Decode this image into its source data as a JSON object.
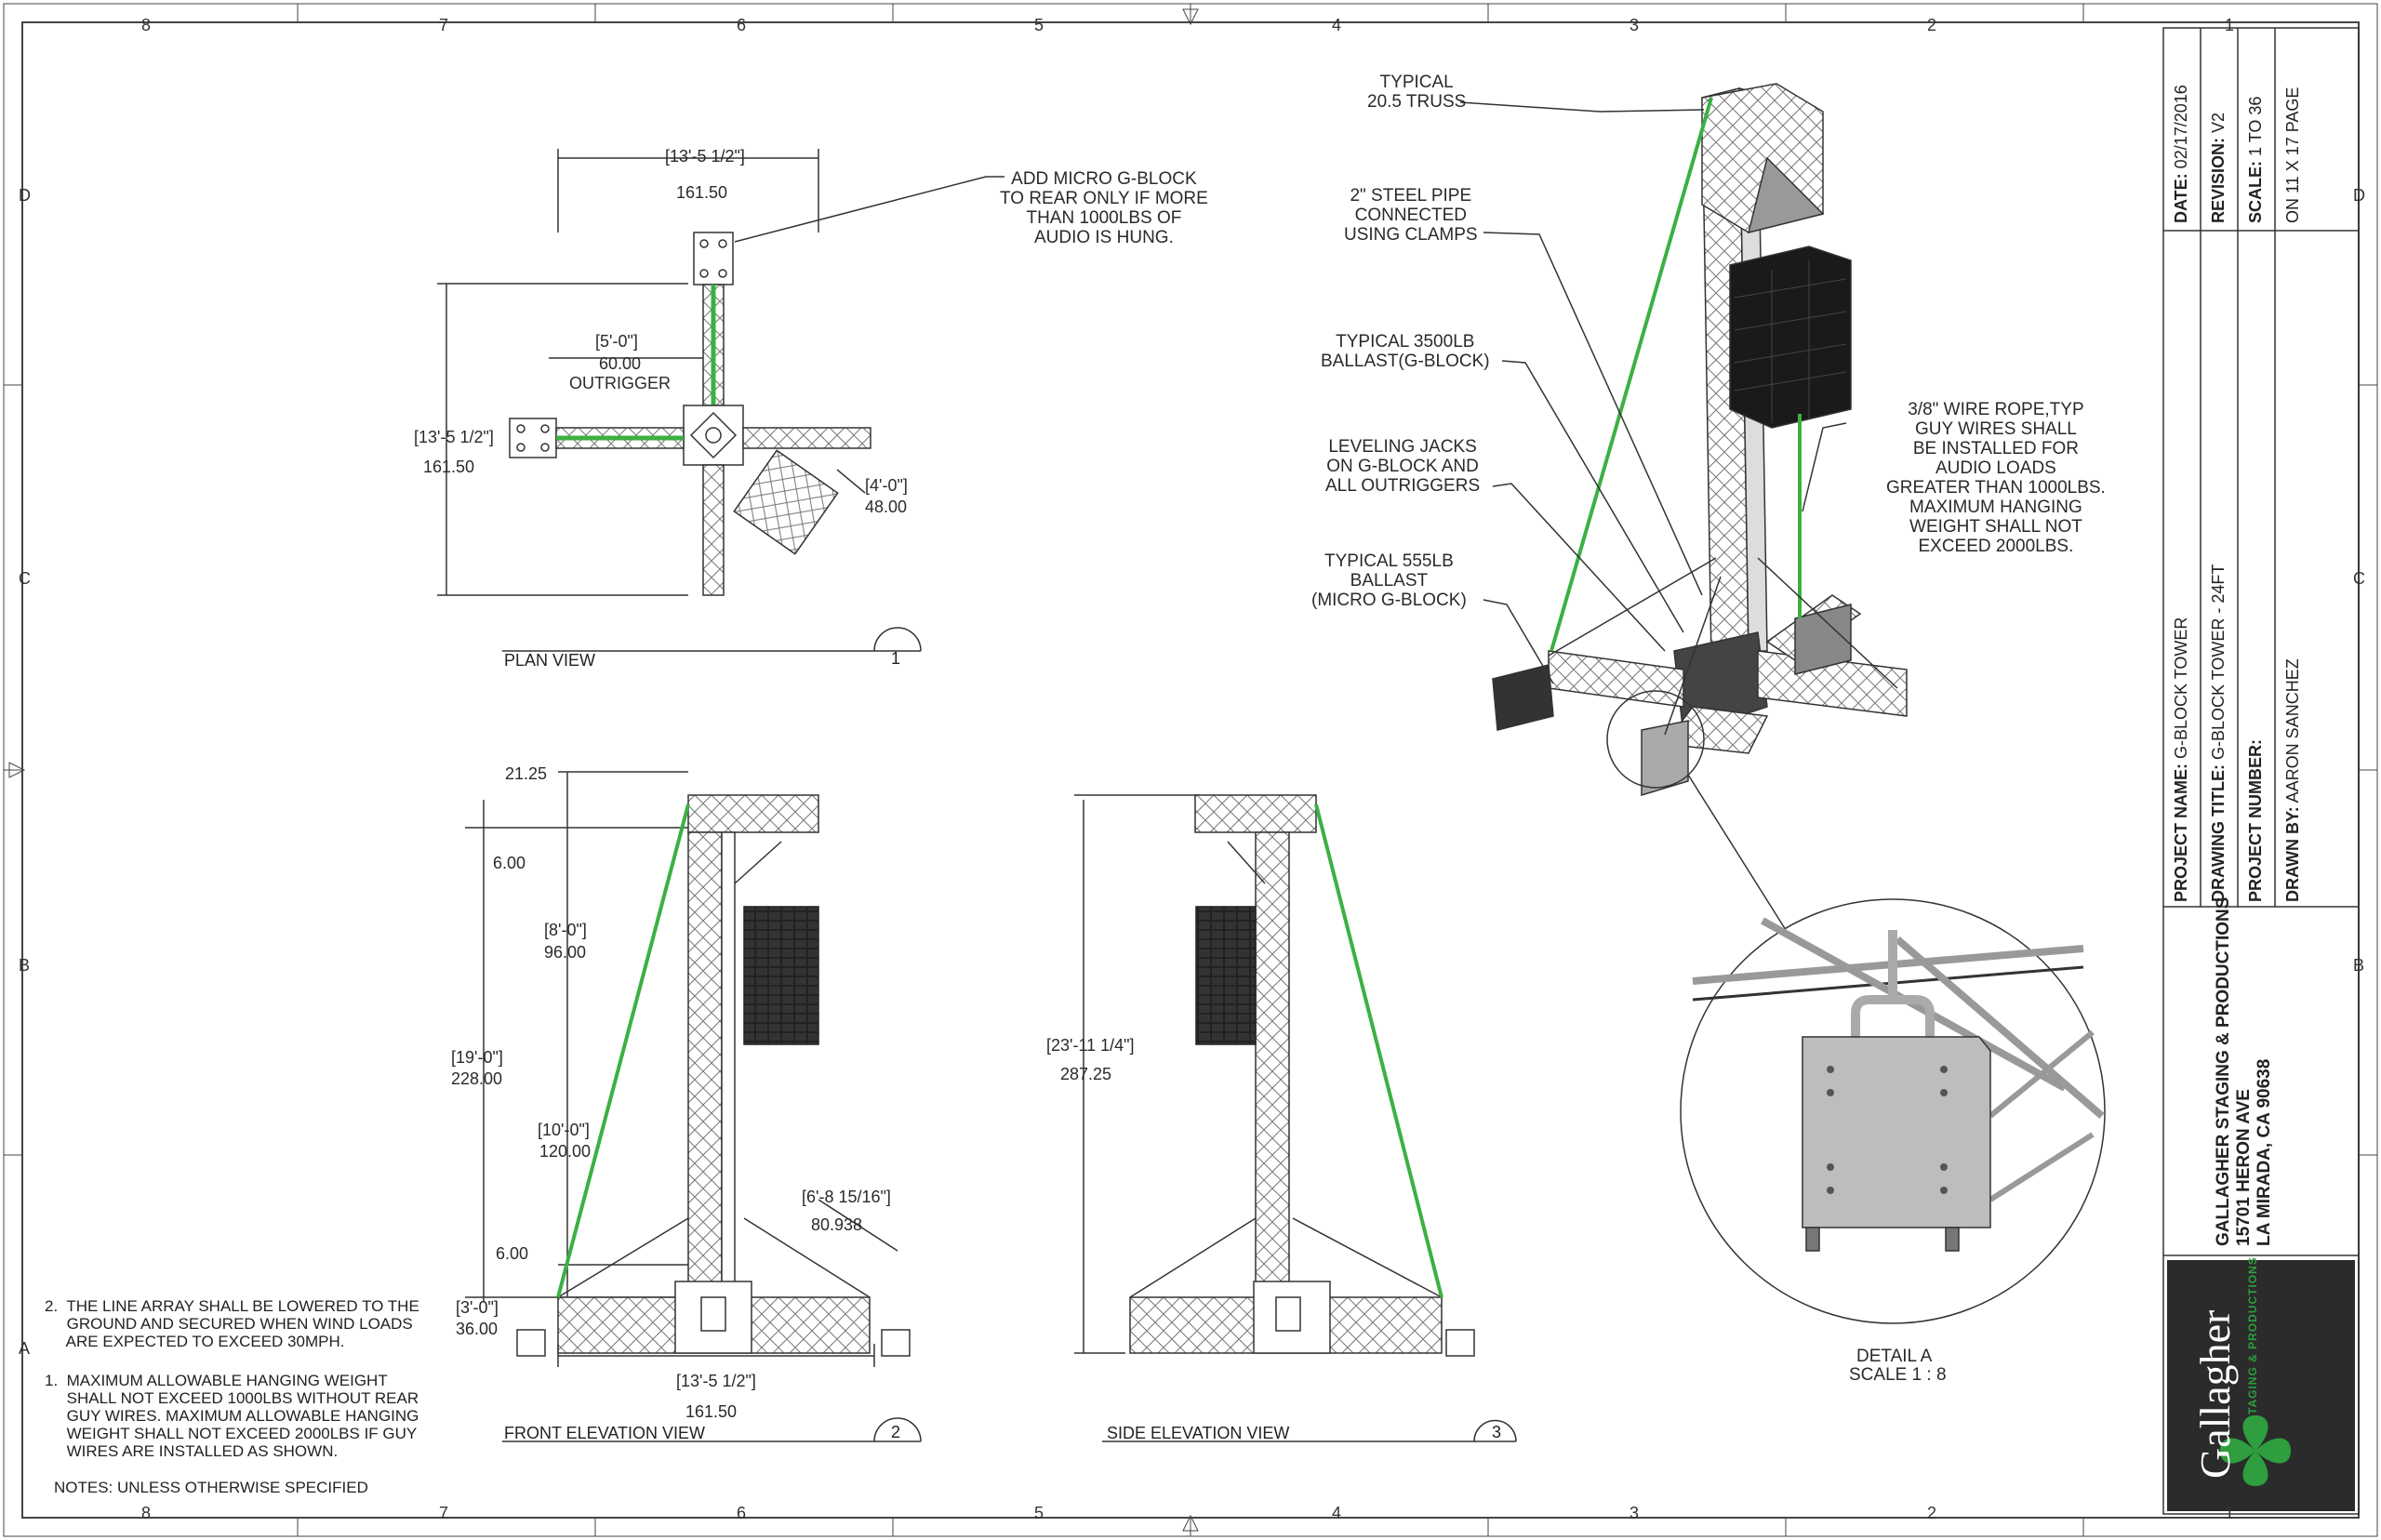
{
  "grid_columns": [
    "8",
    "7",
    "6",
    "5",
    "4",
    "3",
    "2",
    "1"
  ],
  "grid_rows": [
    "D",
    "C",
    "B",
    "A"
  ],
  "plan_view": {
    "title": "PLAN VIEW",
    "number": "1",
    "dim_top": "[13'-5 1/2\"]",
    "dim_top_dec": "161.50",
    "dim_left": "[13'-5 1/2\"]",
    "dim_left_dec": "161.50",
    "dim_outrigger": "[5'-0\"]",
    "dim_outrigger_dec": "60.00",
    "outrigger_label": "OUTRIGGER",
    "dim_gblock": "[4'-0\"]",
    "dim_gblock_dec": "48.00",
    "note_micro": "ADD MICRO G-BLOCK\nTO REAR ONLY IF MORE\nTHAN 1000LBS OF\nAUDIO IS HUNG."
  },
  "front_view": {
    "title": "FRONT ELEVATION VIEW",
    "number": "2",
    "dim_2125": "21.25",
    "dim_600a": "6.00",
    "dim_8ft": "[8'-0\"]",
    "dim_8ft_dec": "96.00",
    "dim_19ft": "[19'-0\"]",
    "dim_19ft_dec": "228.00",
    "dim_10ft": "[10'-0\"]",
    "dim_10ft_dec": "120.00",
    "dim_6ft8": "[6'-8 15/16\"]",
    "dim_6ft8_dec": "80.938",
    "dim_600b": "6.00",
    "dim_3ft": "[3'-0\"]",
    "dim_3ft_dec": "36.00",
    "dim_bottom": "[13'-5 1/2\"]",
    "dim_bottom_dec": "161.50"
  },
  "side_view": {
    "title": "SIDE ELEVATION VIEW",
    "number": "3",
    "dim_total": "[23'-11 1/4\"]",
    "dim_total_dec": "287.25"
  },
  "iso_callouts": {
    "truss": "TYPICAL\n20.5 TRUSS",
    "pipe": "2\" STEEL PIPE\nCONNECTED\nUSING CLAMPS",
    "ballast_gblock": "TYPICAL 3500LB\nBALLAST(G-BLOCK)",
    "jacks": "LEVELING JACKS\nON G-BLOCK AND\nALL OUTRIGGERS",
    "ballast_micro": "TYPICAL 555LB\nBALLAST\n(MICRO G-BLOCK)",
    "wire_rope": "3/8\" WIRE ROPE,TYP\nGUY WIRES SHALL\nBE INSTALLED FOR\nAUDIO LOADS\nGREATER THAN 1000LBS.\nMAXIMUM HANGING\nWEIGHT SHALL NOT\nEXCEED 2000LBS."
  },
  "detail": {
    "title": "DETAIL A",
    "scale": "SCALE 1 : 8"
  },
  "notes": {
    "note2": "2.  THE LINE ARRAY SHALL BE LOWERED TO THE\n     GROUND AND SECURED WHEN WIND LOADS\n     ARE EXPECTED TO EXCEED 30MPH.",
    "note1": "1.  MAXIMUM ALLOWABLE HANGING WEIGHT\n     SHALL NOT EXCEED 1000LBS WITHOUT REAR\n     GUY WIRES. MAXIMUM ALLOWABLE HANGING\n     WEIGHT SHALL NOT EXCEED 2000LBS IF GUY\n     WIRES ARE INSTALLED AS SHOWN.",
    "header": "NOTES: UNLESS OTHERWISE SPECIFIED"
  },
  "title_block": {
    "date_label": "DATE:",
    "date_value": "02/17/2016",
    "revision_label": "REVISION:",
    "revision_value": "V2",
    "scale_label": "SCALE:",
    "scale_value": "1 TO 36",
    "scale_page": "ON 11 X 17 PAGE",
    "project_name_label": "PROJECT NAME:",
    "project_name_value": "G-BLOCK TOWER",
    "drawing_title_label": "DRAWING TITLE:",
    "drawing_title_value": "G-BLOCK TOWER - 24FT",
    "project_number_label": "PROJECT NUMBER:",
    "project_number_value": "",
    "drawn_by_label": "DRAWN BY:",
    "drawn_by_value": "AARON SANCHEZ",
    "company_line1": "GALLAGHER STAGING & PRODUCTIONS",
    "company_line2": "15701 HERON AVE",
    "company_line3": "LA MIRADA, CA 90638",
    "logo_text": "Gallagher",
    "logo_sub": "STAGING & PRODUCTIONS"
  },
  "colors": {
    "line": "#333333",
    "guy_wire": "#3cb043",
    "truss_fill": "#8f8f8f",
    "speaker": "#1a1a1a",
    "logo_bg": "#2b2b2b",
    "clover": "#2e9e3e"
  }
}
